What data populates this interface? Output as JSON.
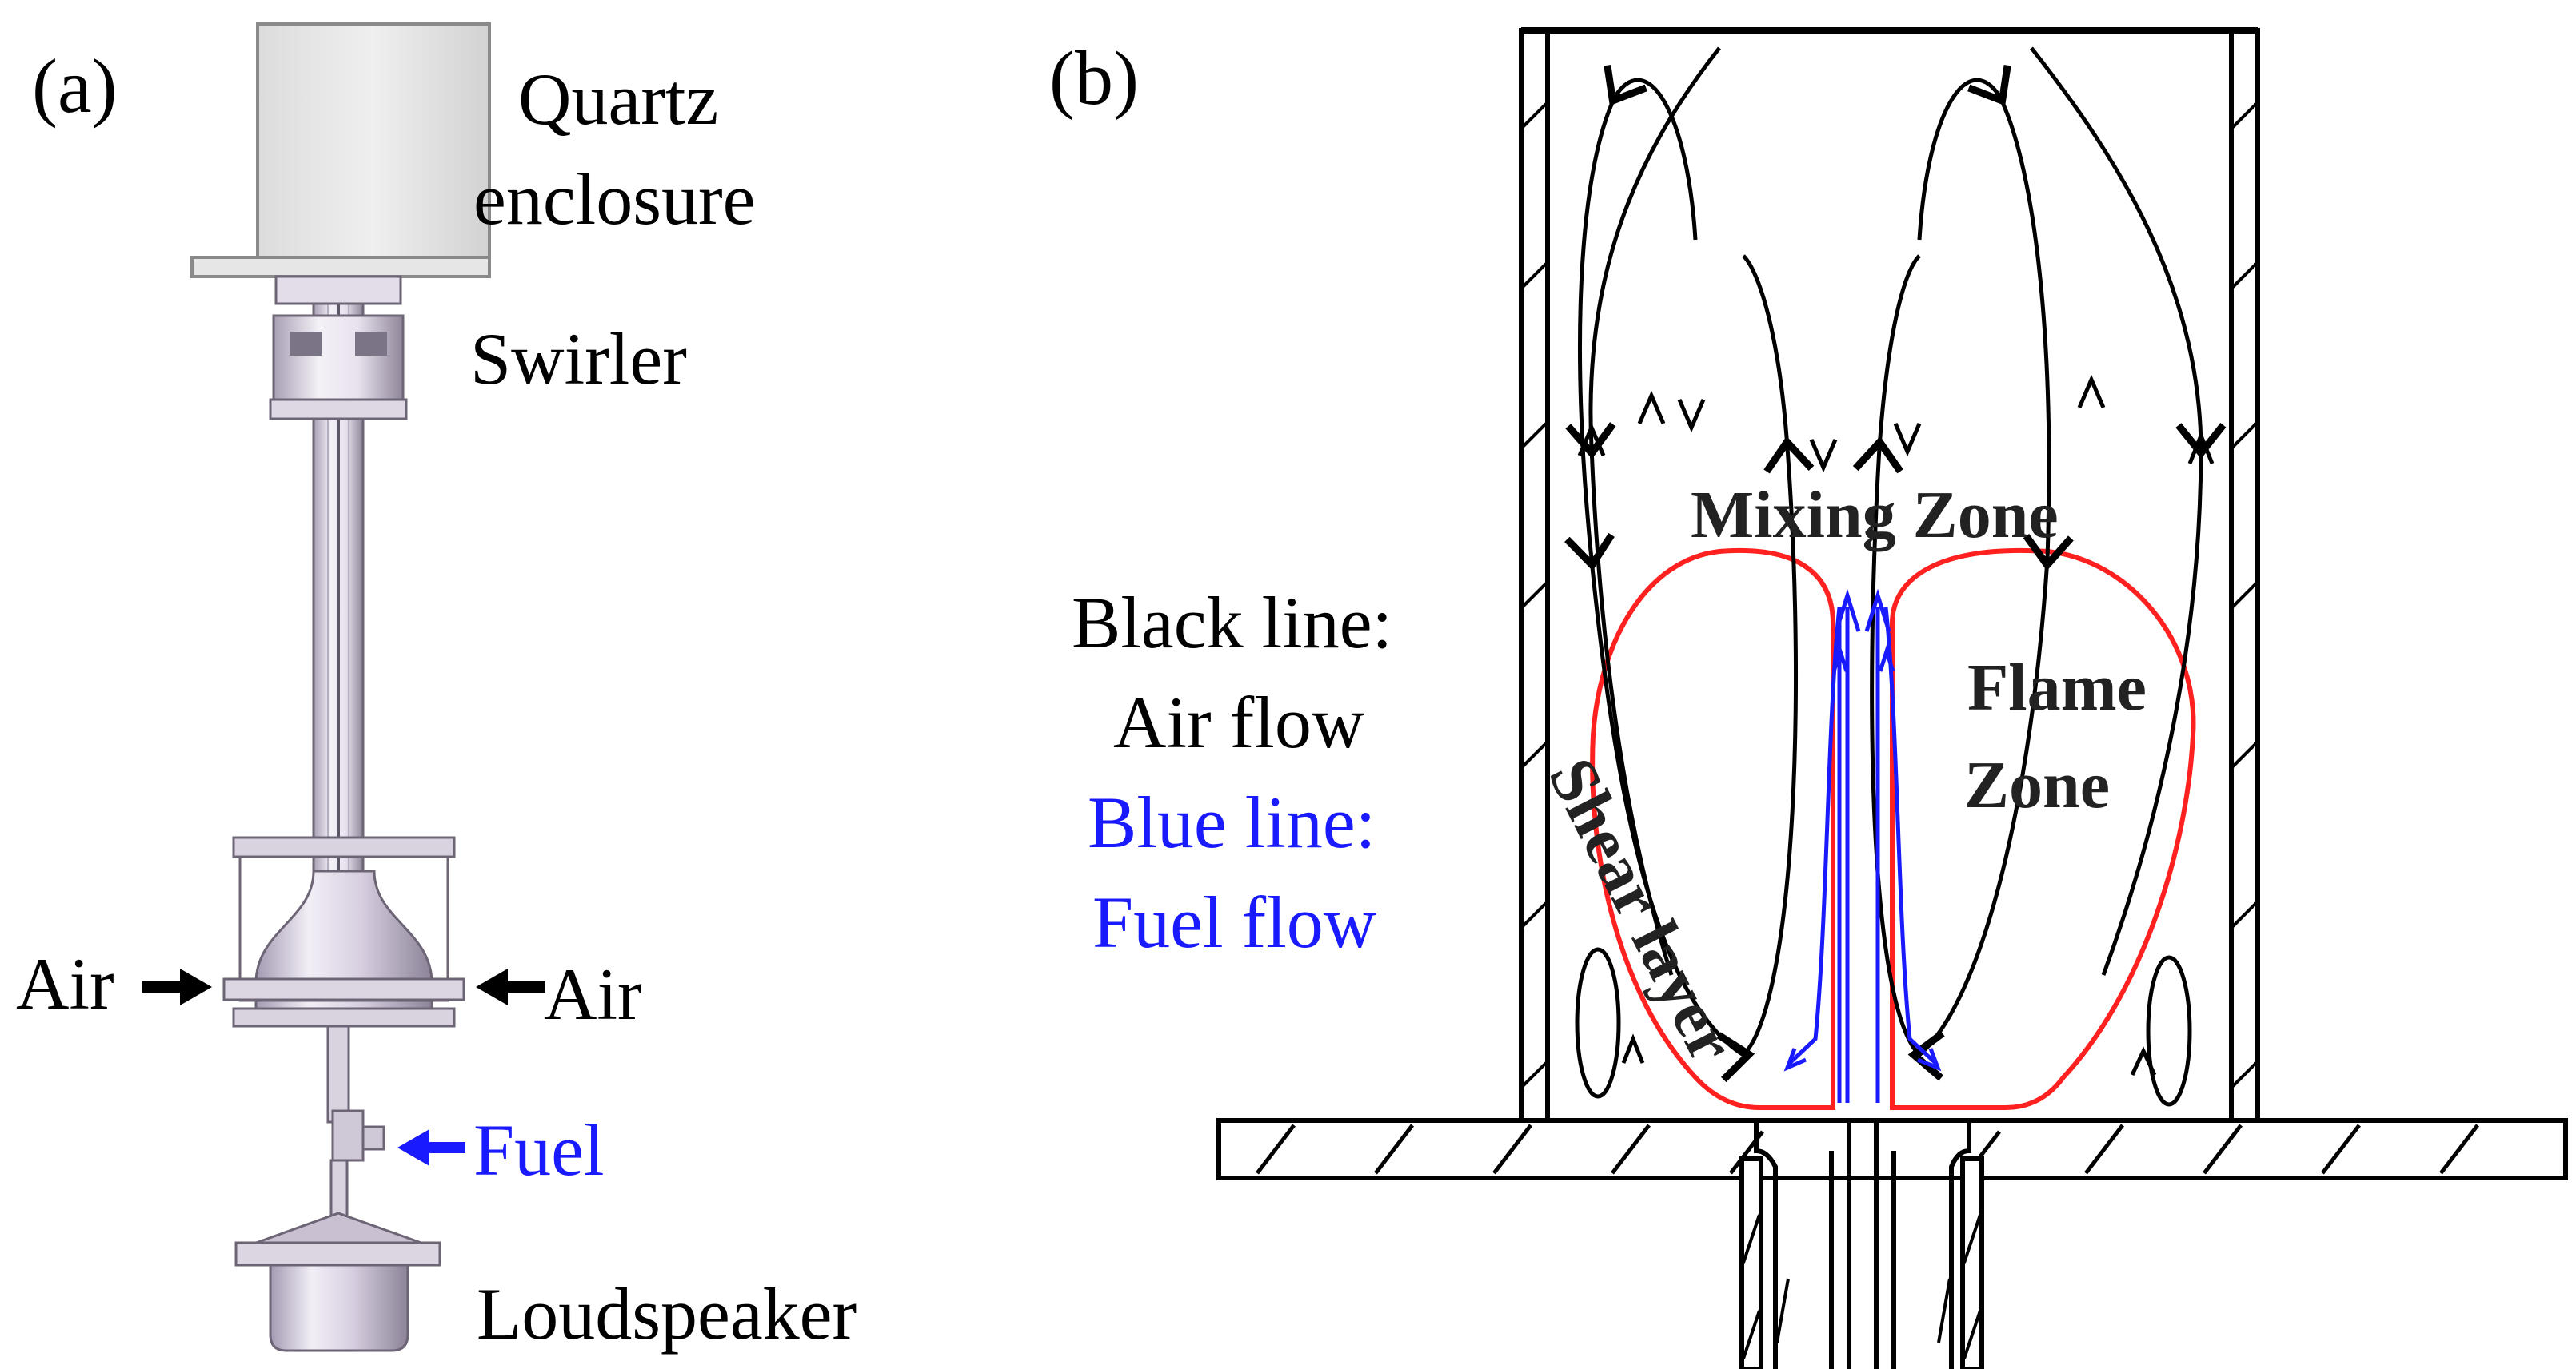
{
  "panel_a": {
    "tag": "(a)",
    "quartz_line1": "Quartz",
    "quartz_line2": "enclosure",
    "swirler": "Swirler",
    "air_left": "Air",
    "air_right": "Air",
    "fuel": "Fuel",
    "loudspeaker": "Loudspeaker"
  },
  "panel_b": {
    "tag": "(b)",
    "legend_black_1": "Black line:",
    "legend_black_2": "Air flow",
    "legend_blue_1": "Blue line:",
    "legend_blue_2": "Fuel flow",
    "mixing_zone": "Mixing Zone",
    "flame_1": "Flame",
    "flame_2": "Zone",
    "shear_layer": "Shear layer"
  },
  "colors": {
    "air_line": "#000000",
    "fuel_line": "#1a1aff",
    "flame_boundary": "#ff2020",
    "hardware_metal": "#d9d4df"
  }
}
